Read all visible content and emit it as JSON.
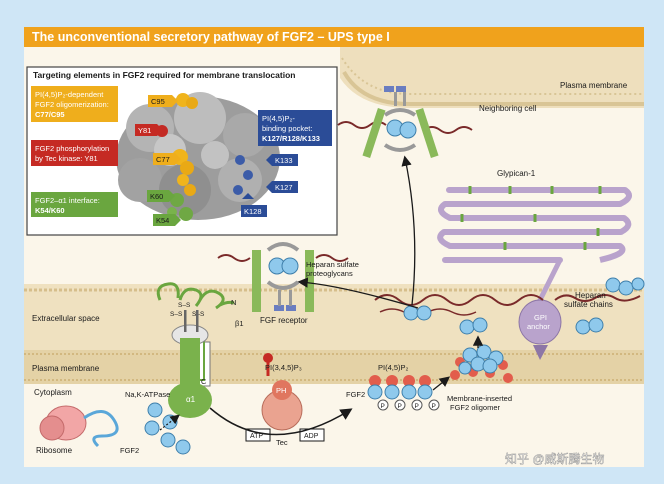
{
  "title": "The unconventional secretory pathway of FGF2 – UPS type I",
  "inset": {
    "title": "Targeting elements in FGF2 required for membrane translocation",
    "box_oligo": [
      "PI(4,5)P₂-dependent",
      "FGF2 oligomerization:",
      "C77/C95"
    ],
    "box_phospho": [
      "FGF2 phosphorylation",
      "by Tec kinase: Y81"
    ],
    "box_alpha": [
      "FGF2–α1 interface:",
      "K54/K60"
    ],
    "box_pocket": [
      "PI(4,5)P₂-",
      "binding pocket:",
      "K127/R128/K133"
    ],
    "residues": {
      "c95": "C95",
      "y81": "Y81",
      "c77": "C77",
      "k60": "K60",
      "k54": "K54",
      "k133": "K133",
      "k127": "K127",
      "k128": "K128"
    }
  },
  "labels": {
    "plasma_membrane_top": "Plasma membrane",
    "neighboring_cell": "Neighboring cell",
    "glypican": "Glypican-1",
    "hspg": [
      "Heparan sulfate",
      "proteoglycans"
    ],
    "hs_chains": [
      "Heparan",
      "sulfate chains"
    ],
    "gpi": [
      "GPI",
      "anchor"
    ],
    "extracellular": "Extracellular space",
    "fgf_receptor": "FGF receptor",
    "plasma_membrane": "Plasma membrane",
    "cytoplasm": "Cytoplasm",
    "ribosome": "Ribosome",
    "fgf2_cyto": "FGF2",
    "nak": "Na,K-ATPase",
    "alpha1": "α1",
    "beta1": "β1",
    "pi345": "PI(3,4,5)P₃",
    "pi45": "PI(4,5)P₂",
    "ph": "PH",
    "tec": "Tec",
    "atp": "ATP",
    "adp": "ADP",
    "fgf2_pi": "FGF2",
    "p": "P",
    "oligomer": [
      "Membrane-inserted",
      "FGF2 oligomer"
    ],
    "n": "N",
    "c": "C"
  },
  "watermark": "知乎 @威斯腾生物",
  "colors": {
    "banner": "#f0a21c",
    "fgf2": "#8fc9ec",
    "receptor": "#8ab95a",
    "membrane": "#e8d9b5",
    "glypican": "#b9a3cc"
  }
}
